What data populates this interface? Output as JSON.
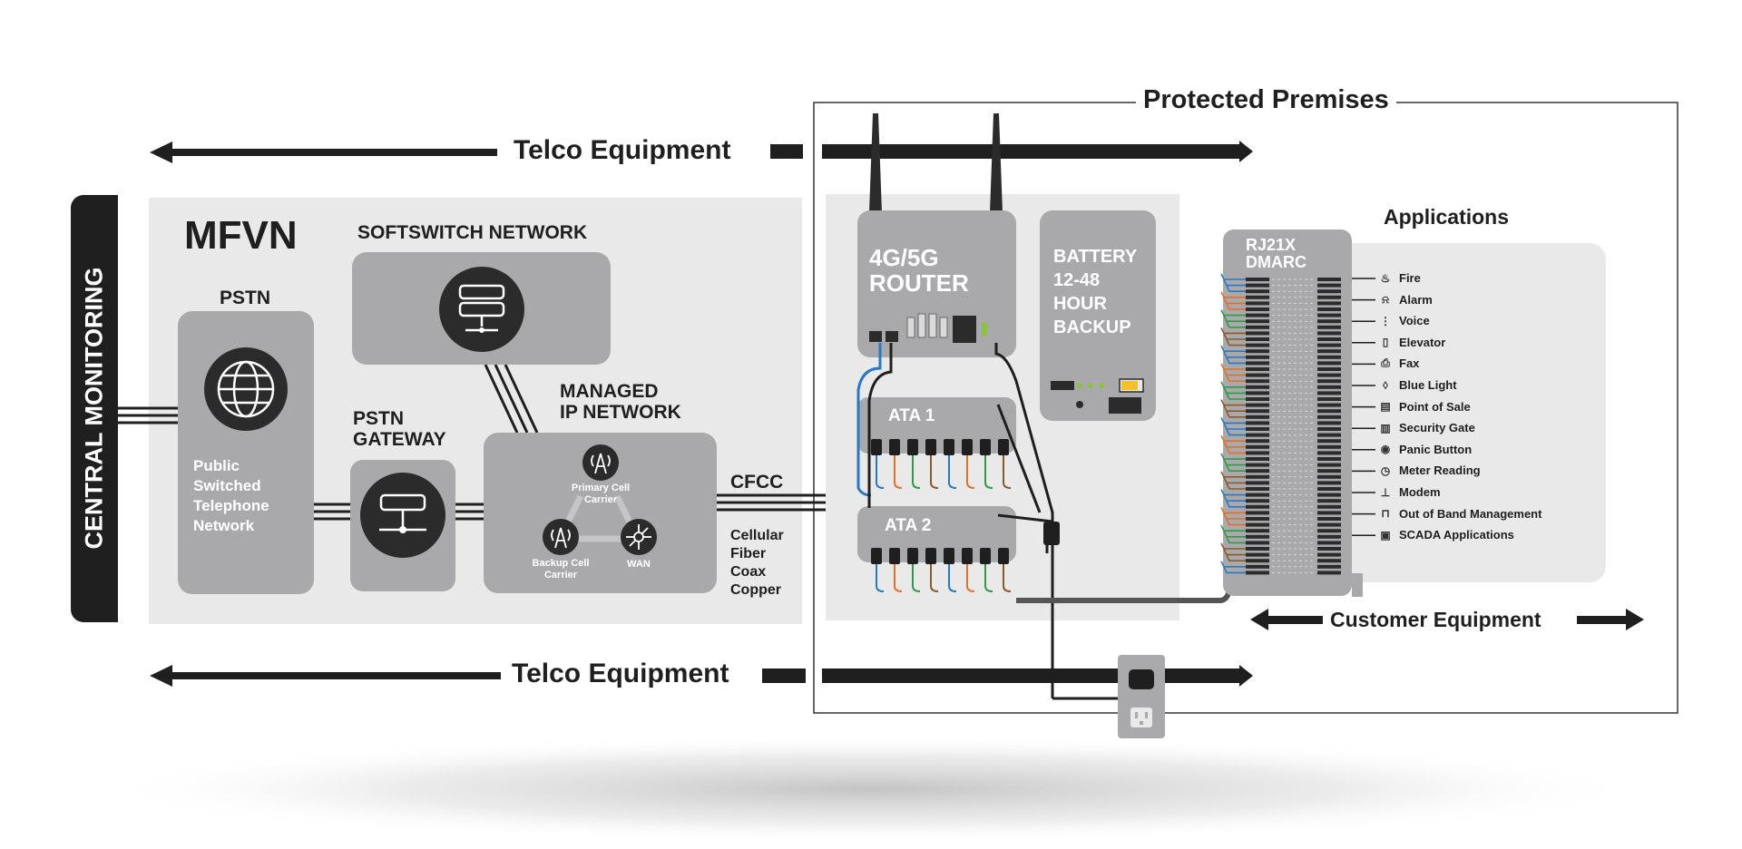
{
  "labels": {
    "protected_premises": "Protected Premises",
    "telco_equipment_top": "Telco Equipment",
    "telco_equipment_bottom": "Telco Equipment",
    "customer_equipment": "Customer Equipment",
    "central_monitoring": "CENTRAL MONITORING",
    "mfvn": "MFVN",
    "softswitch_network": "SOFTSWITCH NETWORK",
    "pstn": "PSTN",
    "pstn_full": [
      "Public",
      "Switched",
      "Telephone",
      "Network"
    ],
    "pstn_gateway": [
      "PSTN",
      "GATEWAY"
    ],
    "managed_ip_network": [
      "MANAGED",
      "IP NETWORK"
    ],
    "primary_cell_carrier": [
      "Primary Cell",
      "Carrier"
    ],
    "backup_cell_carrier": [
      "Backup Cell",
      "Carrier"
    ],
    "wan": "WAN",
    "cfcc": "CFCC",
    "cfcc_types": [
      "Cellular",
      "Fiber",
      "Coax",
      "Copper"
    ],
    "router": [
      "4G/5G",
      "ROUTER"
    ],
    "battery": [
      "BATTERY",
      "12-48",
      "HOUR",
      "BACKUP"
    ],
    "ata1": "ATA 1",
    "ata2": "ATA 2",
    "dmarc": [
      "RJ21X",
      "DMARC"
    ],
    "applications_title": "Applications"
  },
  "applications": [
    {
      "label": "Fire",
      "icon": "flame-icon",
      "glyph": "♨"
    },
    {
      "label": "Alarm",
      "icon": "bell-icon",
      "glyph": "⍾"
    },
    {
      "label": "Voice",
      "icon": "soundwave-icon",
      "glyph": "⋮"
    },
    {
      "label": "Elevator",
      "icon": "elevator-icon",
      "glyph": "▯"
    },
    {
      "label": "Fax",
      "icon": "fax-icon",
      "glyph": "⎙"
    },
    {
      "label": "Blue Light",
      "icon": "light-icon",
      "glyph": "◊"
    },
    {
      "label": "Point of Sale",
      "icon": "register-icon",
      "glyph": "▤"
    },
    {
      "label": "Security Gate",
      "icon": "gate-icon",
      "glyph": "▥"
    },
    {
      "label": "Panic Button",
      "icon": "panic-button-icon",
      "glyph": "◉"
    },
    {
      "label": "Meter Reading",
      "icon": "meter-icon",
      "glyph": "◷"
    },
    {
      "label": "Modem",
      "icon": "modem-icon",
      "glyph": "⊥"
    },
    {
      "label": "Out of Band Management",
      "icon": "oob-icon",
      "glyph": "⊓"
    },
    {
      "label": "SCADA Applications",
      "icon": "scada-icon",
      "glyph": "▣"
    }
  ],
  "colors": {
    "dark": "#1f1f1f",
    "panel": "#e9e9ea",
    "box": "#a9a9ab",
    "icon_circle": "#2b2b2b",
    "wire_blue": "#2a78c2",
    "wire_orange": "#e0702a",
    "wire_green": "#2f9a46",
    "wire_brown": "#8a5a2b",
    "led_green": "#8bc53f"
  }
}
